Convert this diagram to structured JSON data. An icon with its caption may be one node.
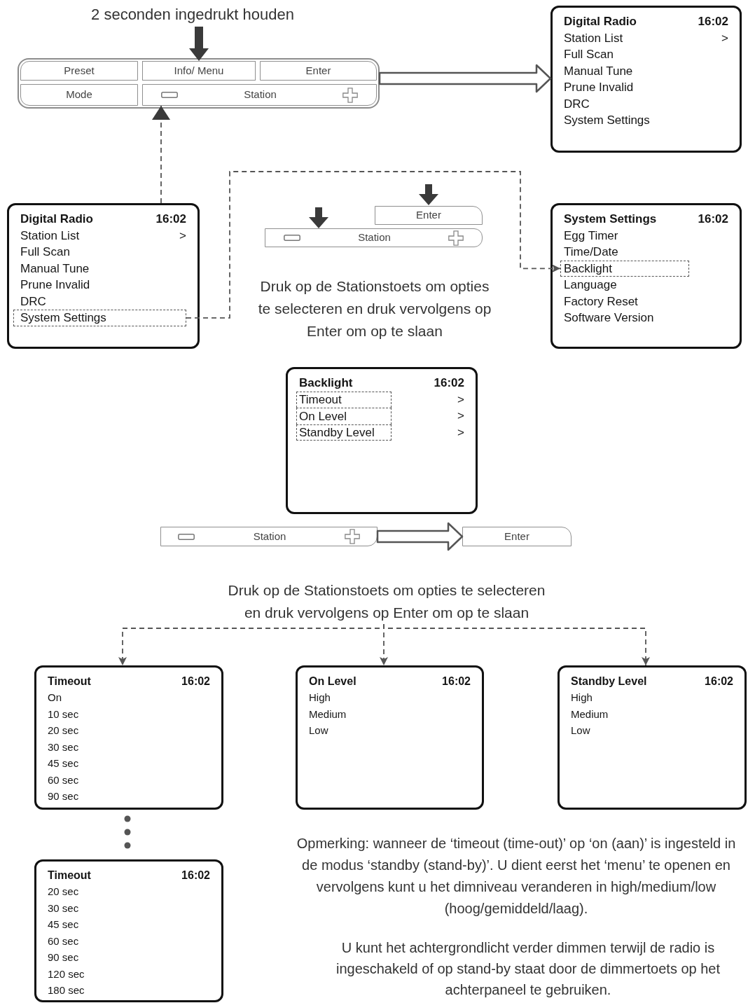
{
  "diagram": {
    "nodes": [
      {
        "text": [
          "2 seconden ingedrukt houden"
        ]
      },
      {
        "text": [],
        "shape": "box"
      },
      {
        "text": [
          "Preset"
        ],
        "in": 1
      },
      {
        "text": [
          "Info/ Menu"
        ],
        "in": 1
      },
      {
        "text": [
          "Enter"
        ],
        "in": 1
      },
      {
        "text": [
          "Mode"
        ],
        "in": 1
      },
      {
        "text": [
          "Station"
        ],
        "in": 1
      },
      {
        "text": [
          "Digital Radio",
          "16:02",
          "Station List",
          ">",
          "Full Scan",
          "Manual Tune",
          "Prune Invalid",
          "DRC",
          "System Settings"
        ]
      },
      {
        "text": [
          "Digital Radio",
          "16:02",
          "Station List",
          ">",
          "Full Scan",
          "Manual Tune",
          "Prune Invalid",
          "DRC"
        ]
      },
      {
        "text": [
          "System Settings"
        ],
        "in": 8
      },
      {
        "text": [
          "Enter"
        ]
      },
      {
        "text": [
          "Station"
        ]
      },
      {
        "text": [
          "System Settings",
          "16:02",
          "Egg Timer",
          "Time/Date",
          "Language",
          "Factory Reset",
          "Software Version"
        ]
      },
      {
        "text": [
          "Backlight"
        ],
        "in": 12
      },
      {
        "text": [
          "Backlight",
          "16:02",
          ">",
          ">",
          ">"
        ]
      },
      {
        "text": [
          "Timeout"
        ],
        "in": 14
      },
      {
        "text": [
          "On Level"
        ],
        "in": 14
      },
      {
        "text": [
          "Standby Level"
        ],
        "in": 14
      },
      {
        "text": [
          "Station"
        ]
      },
      {
        "text": [
          "Enter"
        ]
      },
      {
        "text": [
          "Druk op de Stationstoets om opties te selecteren en druk vervolgens op Enter om op te slaan"
        ]
      },
      {
        "text": [
          "Timeout",
          "16:02",
          "On",
          "10 sec",
          "20 sec",
          "30 sec",
          "45 sec",
          "60 sec",
          "90 sec"
        ]
      },
      {
        "text": [
          "On Level",
          "16:02",
          "High",
          "Medium",
          "Low"
        ]
      },
      {
        "text": [
          "Standby Level",
          "16:02",
          "High",
          "Medium",
          "Low"
        ]
      },
      {
        "text": [
          "Timeout",
          "16:02",
          "20 sec",
          "30 sec",
          "45 sec",
          "60 sec",
          "90 sec",
          "120 sec",
          "180 sec"
        ]
      }
    ],
    "edges": [
      {
        "from": 0,
        "to": 3,
        "arrow": "to",
        "style": "thick"
      },
      {
        "from": 8,
        "to": 6,
        "arrow": "to",
        "style": "dashed"
      },
      {
        "from": 9,
        "to": 13,
        "arrow": "to",
        "style": "dashed"
      },
      {
        "from": 1,
        "to": 7,
        "arrow": "to",
        "style": "thick"
      },
      {
        "from": 18,
        "to": 19,
        "arrow": "to",
        "style": "thick"
      },
      {
        "from": 20,
        "to": 21,
        "arrow": "to",
        "style": "dashed"
      },
      {
        "from": 20,
        "to": 22,
        "arrow": "to",
        "style": "dashed"
      },
      {
        "from": 20,
        "to": 23,
        "arrow": "to",
        "style": "dashed"
      }
    ],
    "labels": [
      "Druk op de Stationstoets om opties te selecteren en druk vervolgens op Enter om op te slaan",
      "Opmerking: wanneer de ‘timeout (time-out)’ op ‘on (aan)’ is ingesteld in de modus ‘standby (stand-by)’. U dient eerst het ‘menu’ te openen en vervolgens kunt u het dimniveau veranderen in high/medium/low (hoog/gemiddeld/laag).",
      "U kunt het achtergrondlicht verder dimmen terwijl de radio is ingeschakeld of op stand-by staat door de dimmertoets op het achterpaneel te gebruiken."
    ]
  }
}
